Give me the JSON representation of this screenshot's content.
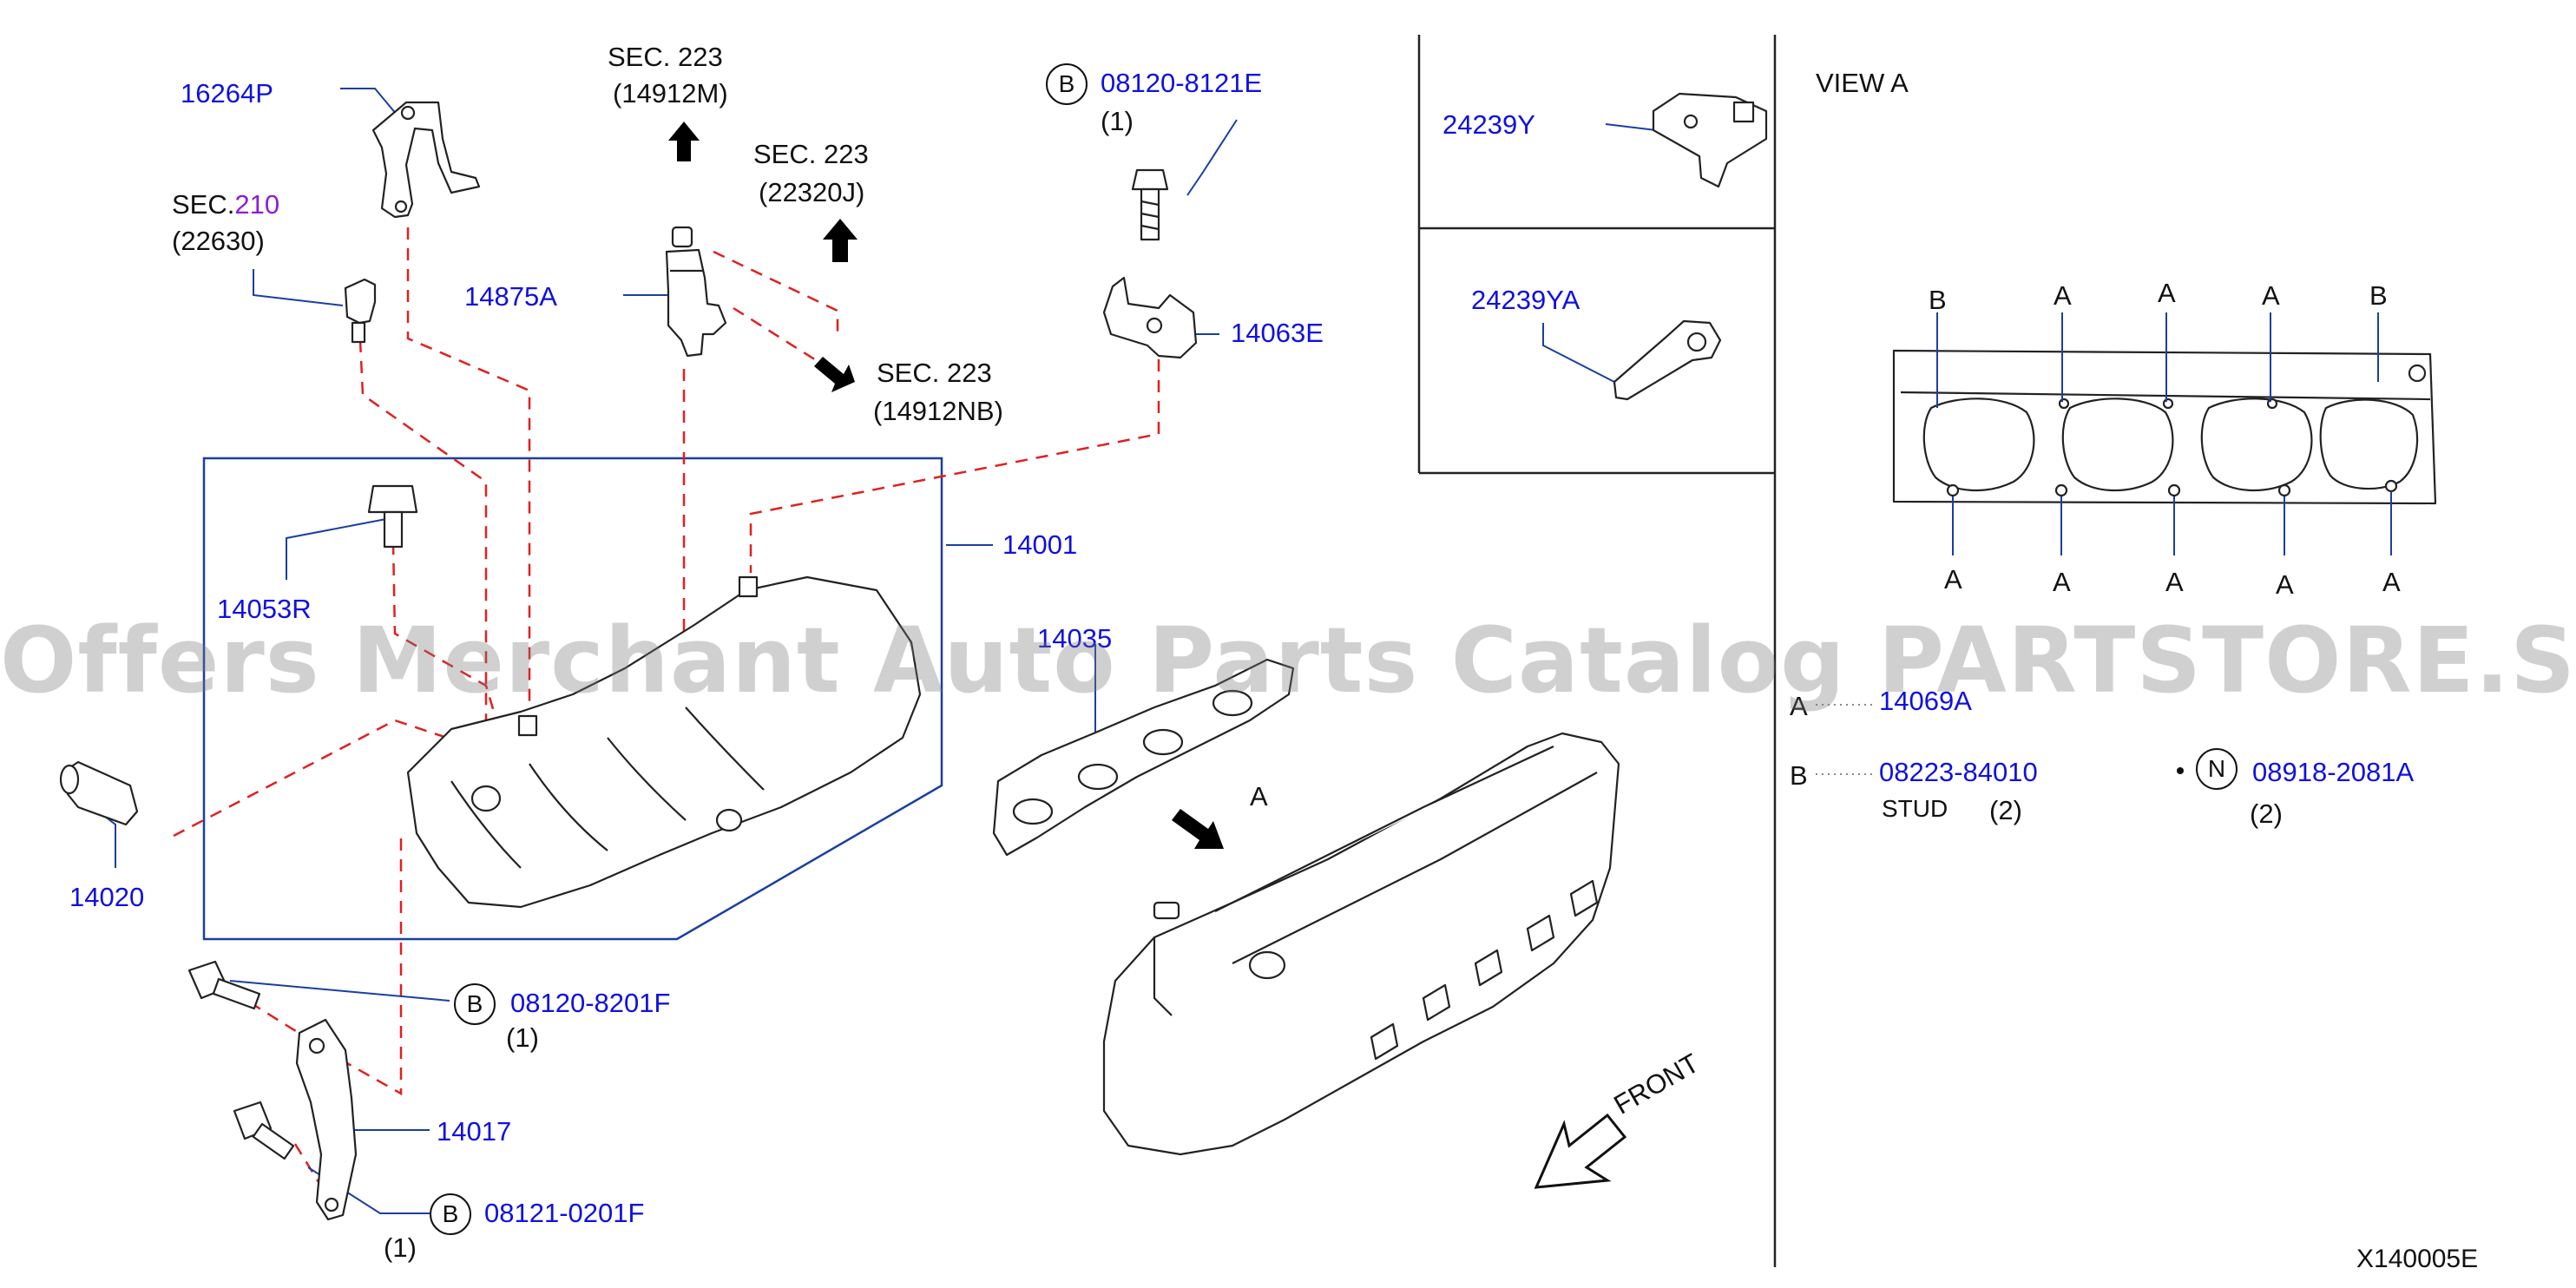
{
  "labels": {
    "p16264P": "16264P",
    "sec210_prefix": "SEC.",
    "sec210_num": "210",
    "p22630": "(22630)",
    "sec223a": "SEC.   223",
    "p14912M": "(14912M)",
    "sec223b": "SEC.   223",
    "p22320J": "(22320J)",
    "p14875A": "14875A",
    "sec223c": "SEC.   223",
    "p14912NB": "(14912NB)",
    "b_top": "B",
    "p08120_8121E": "08120-8121E",
    "qty_top": "(1)",
    "p14063E": "14063E",
    "p24239Y": "24239Y",
    "p24239YA": "24239YA",
    "view_a": "VIEW   A",
    "p14053R": "14053R",
    "p14001": "14001",
    "p14035": "14035",
    "p14020": "14020",
    "arrow_a": "A",
    "b_mid": "B",
    "p08120_8201F": "08120-8201F",
    "qty_mid": "(1)",
    "p14017": "14017",
    "b_bot": "B",
    "p08121_0201F": "08121-0201F",
    "qty_bot": "(1)",
    "front": "FRONT",
    "legend_a_letter": "A",
    "legend_a_part": "14069A",
    "legend_b_letter": "B",
    "legend_b_part": "08223-84010",
    "legend_b_desc": "STUD",
    "legend_b_qty": "(2)",
    "legend_n_letter": "N",
    "legend_n_part": "08918-2081A",
    "legend_n_qty": "(2)",
    "view_top": [
      "B",
      "A",
      "A",
      "A",
      "B"
    ],
    "view_bottom": [
      "A",
      "A",
      "A",
      "A",
      "A"
    ],
    "diagram_code": "X140005E",
    "watermark": "Offers Merchant Auto Parts Catalog PARTSTORE.SA"
  },
  "colors": {
    "part_number": "#1010e0",
    "text": "#111111",
    "accent_section": "#8a1fd6",
    "dashed_guide": "#e02020",
    "leader_line": "#1a3fa0",
    "outline": "#222222",
    "watermark": "#9a9a9a"
  }
}
